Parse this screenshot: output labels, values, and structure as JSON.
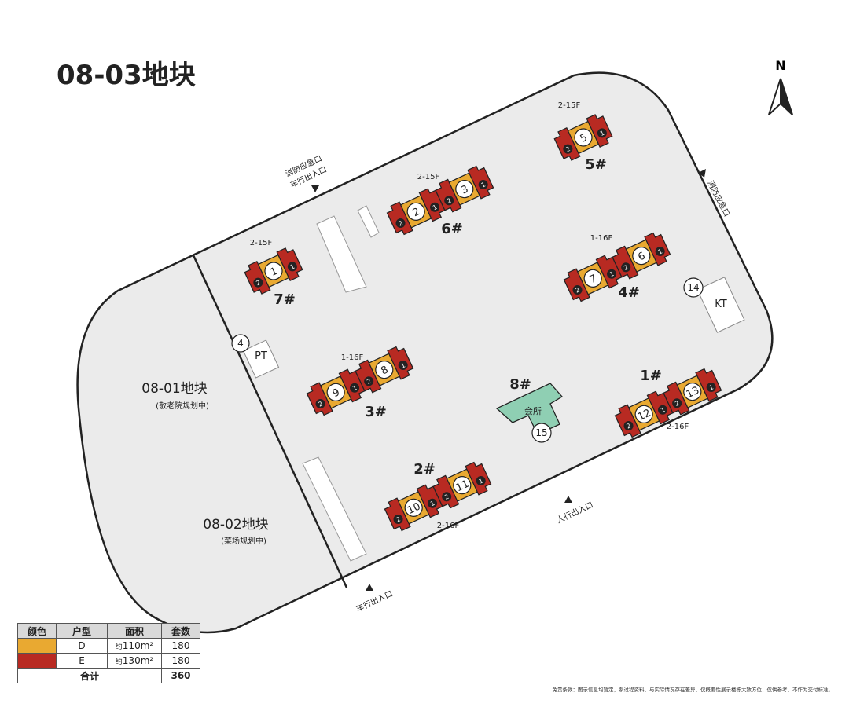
{
  "title": "08-03地块",
  "north": "N",
  "zones": {
    "zone_0801": {
      "name": "08-01地块",
      "note": "(敬老院规划中)"
    },
    "zone_0802": {
      "name": "08-02地块",
      "note": "(菜场规划中)"
    }
  },
  "entrances": {
    "fire_top": [
      "消防应急口",
      "车行出入口"
    ],
    "fire_right": "消防应急口",
    "pedestrian": "人行出入口",
    "vehicle_bottom": "车行出入口"
  },
  "buildings": {
    "b1": {
      "label": "1#",
      "floors": "2-16F",
      "units": [
        "12",
        "13"
      ]
    },
    "b2": {
      "label": "2#",
      "floors": "2-16F",
      "units": [
        "10",
        "11"
      ]
    },
    "b3": {
      "label": "3#",
      "floors": "1-16F",
      "units": [
        "9",
        "8"
      ]
    },
    "b4": {
      "label": "4#",
      "floors": "1-16F",
      "units": [
        "7",
        "6"
      ]
    },
    "b5": {
      "label": "5#",
      "floors": "2-15F",
      "units": [
        "5"
      ]
    },
    "b6": {
      "label": "6#",
      "floors": "2-15F",
      "units": [
        "2",
        "3"
      ]
    },
    "b7": {
      "label": "7#",
      "floors": "2-15F",
      "units": [
        "1"
      ]
    },
    "b8": {
      "label": "8#",
      "name": "会所",
      "unit": "15"
    }
  },
  "unit_tags": {
    "d": "1",
    "e": "2"
  },
  "facilities": {
    "pt": {
      "label": "PT",
      "num": "4"
    },
    "kt": {
      "label": "KT",
      "num": "14"
    }
  },
  "legend": {
    "headers": [
      "颜色",
      "户型",
      "面积",
      "套数"
    ],
    "rows": [
      {
        "color": "#e9a931",
        "type": "D",
        "area_prefix": "约",
        "area": "110m²",
        "count": "180"
      },
      {
        "color": "#b82a22",
        "type": "E",
        "area_prefix": "约",
        "area": "130m²",
        "count": "180"
      }
    ],
    "total_label": "合计",
    "total": "360"
  },
  "colors": {
    "d_unit": "#e9a931",
    "e_unit": "#b82a22",
    "site": "#ebebeb",
    "club": "#8fcfb3"
  },
  "disclaimer": "免责条款：图示信息均暂定，系过程资料，与实际情况存在差异，仅概要性展示楼栋大致方位，仅供参考，不作为交付标准。"
}
